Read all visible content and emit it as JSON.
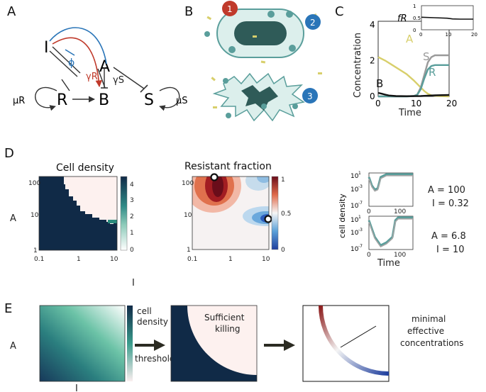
{
  "panels": {
    "a": "A",
    "b": "B",
    "c": "C",
    "d": "D",
    "e": "E"
  },
  "schematic": {
    "I": "I",
    "A": "A",
    "R": "R",
    "B": "B",
    "S": "S",
    "phi": "ϕ",
    "gamma_R": "γR",
    "gamma_S": "γS",
    "mu_R": "μR",
    "mu_S": "μS"
  },
  "cell_cartoon": {
    "badges": [
      "1",
      "2",
      "3"
    ]
  },
  "colors": {
    "dark_navy": "#102a47",
    "teal": "#5a9e9b",
    "antibiotic_yellow": "#d8cf6b",
    "red_badge": "#c03a2b",
    "blue_badge": "#2a75b8",
    "cream": "#fff3ef",
    "cell_fill": "#dcefec",
    "resistant_red": "#8b1a1a",
    "resistant_blue": "#1f3f9e"
  },
  "panel_c": {
    "xlabel": "Time",
    "ylabel": "Concentration",
    "xticks": [
      "0",
      "10",
      "20"
    ],
    "yticks": [
      "0",
      "2",
      "4"
    ],
    "series_labels": [
      "A",
      "S",
      "R",
      "B"
    ],
    "inset": {
      "ylabel": "fR",
      "xticks": [
        "0",
        "10",
        "20"
      ],
      "yticks": [
        "0",
        "0.5",
        "1"
      ]
    }
  },
  "panel_d": {
    "left_title": "Cell density",
    "mid_title": "Resistant fraction",
    "ylabel": "A",
    "xlabel": "I",
    "yticks": [
      "100",
      "10",
      "1"
    ],
    "xticks": [
      "0.1",
      "1",
      "10"
    ],
    "cbar1_ticks": [
      "4",
      "3",
      "2",
      "1",
      "0"
    ],
    "cbar2_ticks": [
      "1",
      "0.5",
      "0"
    ],
    "right_ylabel": "cell density",
    "right_xlabel": "Time",
    "right_xticks": [
      "0",
      "100"
    ],
    "right_yticks": [
      "10",
      "10",
      "10"
    ],
    "right_yticks_exp": [
      "1",
      "-3",
      "-7"
    ],
    "ann1_a": "A = 100",
    "ann1_i": "I = 0.32",
    "ann2_a": "A = 6.8",
    "ann2_i": "I = 10"
  },
  "panel_e": {
    "ylabel": "A",
    "xlabel": "I",
    "cbar_label_1": "cell",
    "cbar_label_2": "density",
    "threshold_label": "threshold",
    "killing_1": "Sufficient",
    "killing_2": "killing",
    "mec_1": "minimal",
    "mec_2": "effective",
    "mec_3": "concentrations"
  },
  "chart_data": [
    {
      "type": "line",
      "title": "",
      "xlabel": "Time",
      "ylabel": "Concentration",
      "xlim": [
        0,
        20
      ],
      "ylim": [
        0,
        4.2
      ],
      "series": [
        {
          "name": "A",
          "x": [
            0,
            2,
            4,
            6,
            8,
            10,
            11,
            12,
            13,
            14,
            15,
            16,
            18,
            20
          ],
          "values": [
            2.2,
            2.0,
            1.75,
            1.5,
            1.25,
            0.9,
            0.7,
            0.5,
            0.3,
            0.15,
            0.06,
            0.03,
            0.01,
            0
          ]
        },
        {
          "name": "S",
          "x": [
            0,
            8,
            10,
            11,
            12,
            13,
            14,
            15,
            16,
            18,
            20
          ],
          "values": [
            0,
            0,
            0.02,
            0.1,
            0.5,
            1.2,
            1.9,
            2.2,
            2.3,
            2.3,
            2.3
          ]
        },
        {
          "name": "R",
          "x": [
            0,
            8,
            10,
            11,
            12,
            13,
            14,
            15,
            16,
            18,
            20
          ],
          "values": [
            0,
            0,
            0.02,
            0.08,
            0.4,
            1.0,
            1.5,
            1.7,
            1.75,
            1.75,
            1.75
          ]
        },
        {
          "name": "B",
          "x": [
            0,
            1,
            2,
            3,
            5,
            8,
            12,
            16,
            20
          ],
          "values": [
            0.2,
            0.15,
            0.1,
            0.05,
            0.02,
            0.01,
            0.02,
            0.06,
            0.08
          ]
        }
      ]
    },
    {
      "type": "line",
      "title": "",
      "xlabel": "",
      "ylabel": "fR",
      "xlim": [
        0,
        20
      ],
      "ylim": [
        0,
        1
      ],
      "series": [
        {
          "name": "",
          "x": [
            0,
            5,
            10,
            12,
            15,
            20
          ],
          "values": [
            0.52,
            0.5,
            0.48,
            0.45,
            0.44,
            0.44
          ]
        }
      ]
    },
    {
      "type": "heatmap",
      "title": "Cell density",
      "xlabel": "I",
      "ylabel": "A",
      "xscale": "log",
      "yscale": "log",
      "xlim": [
        0.1,
        10
      ],
      "ylim": [
        1,
        100
      ],
      "zlim": [
        0,
        4.5
      ],
      "description_values": {
        "low_dose_region": 4.3,
        "high_dose_region": 0.05
      }
    },
    {
      "type": "heatmap",
      "title": "Resistant fraction",
      "xlabel": "I",
      "ylabel": "A",
      "xscale": "log",
      "yscale": "log",
      "xlim": [
        0.1,
        10
      ],
      "ylim": [
        1,
        100
      ],
      "zlim": [
        0,
        1
      ],
      "markers": [
        {
          "I": 0.32,
          "A": 100
        },
        {
          "I": 10,
          "A": 6.8
        }
      ]
    },
    {
      "type": "line",
      "title": "",
      "xlabel": "",
      "ylabel": "cell density",
      "yscale": "log",
      "ylim": [
        1e-07,
        10
      ],
      "xlim": [
        0,
        150
      ],
      "annotation": "A = 100, I = 0.32",
      "series": [
        {
          "name": "",
          "x": [
            0,
            10,
            20,
            30,
            40,
            60,
            100,
            150
          ],
          "values": [
            1,
            0.01,
            0.001,
            0.002,
            1,
            5,
            5,
            5
          ]
        }
      ]
    },
    {
      "type": "line",
      "title": "",
      "xlabel": "Time",
      "ylabel": "cell density",
      "yscale": "log",
      "ylim": [
        1e-07,
        10
      ],
      "xlim": [
        0,
        150
      ],
      "annotation": "A = 6.8, I = 10",
      "series": [
        {
          "name": "",
          "x": [
            0,
            10,
            20,
            40,
            60,
            80,
            90,
            100,
            150
          ],
          "values": [
            1,
            0.01,
            0.0001,
            1e-06,
            5e-06,
            0.0001,
            1,
            5,
            5
          ]
        }
      ]
    }
  ]
}
